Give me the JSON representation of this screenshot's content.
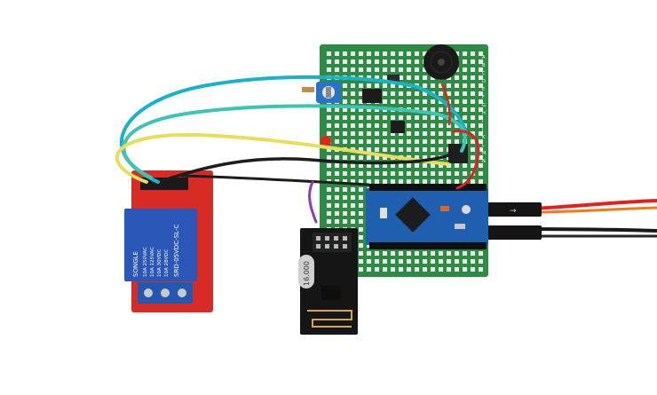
{
  "photo": {
    "background": "#ffffff",
    "components": {
      "perfboard": {
        "color": "#2e8b45",
        "pad_color": "#e8ece6",
        "row_letters": [
          "A",
          "B",
          "C",
          "D",
          "E",
          "F",
          "G",
          "H",
          "I",
          "J",
          "K",
          "L",
          "M",
          "N"
        ]
      },
      "relay_module": {
        "board_color": "#d92b25",
        "relay_color": "#2a57b8",
        "relay_text": [
          "SONGLE",
          "10A 250VAC",
          "10A 125VAC",
          "10A 30VDC",
          "10A 28VDC",
          "SRD-05VDC-SL-C"
        ]
      },
      "arduino_pro_mini": {
        "board_color": "#1f5fb0",
        "chip_color": "#1c1c1c"
      },
      "nrf24l01": {
        "board_color": "#151515",
        "crystal_label": "16.000"
      },
      "buzzer": {
        "color": "#1a1a1a"
      },
      "potentiometer": {
        "color": "#2b73c9"
      },
      "led": {
        "color": "#e3241d"
      }
    },
    "wires": [
      {
        "name": "cyan-wire",
        "color": "#19b3c9"
      },
      {
        "name": "teal-wire",
        "color": "#3cc4b4"
      },
      {
        "name": "yellow-wire",
        "color": "#e8de5a"
      },
      {
        "name": "black-wire",
        "color": "#1d1d1d"
      },
      {
        "name": "red-wire",
        "color": "#e22020"
      },
      {
        "name": "purple-wire",
        "color": "#8a3fb8"
      }
    ]
  }
}
